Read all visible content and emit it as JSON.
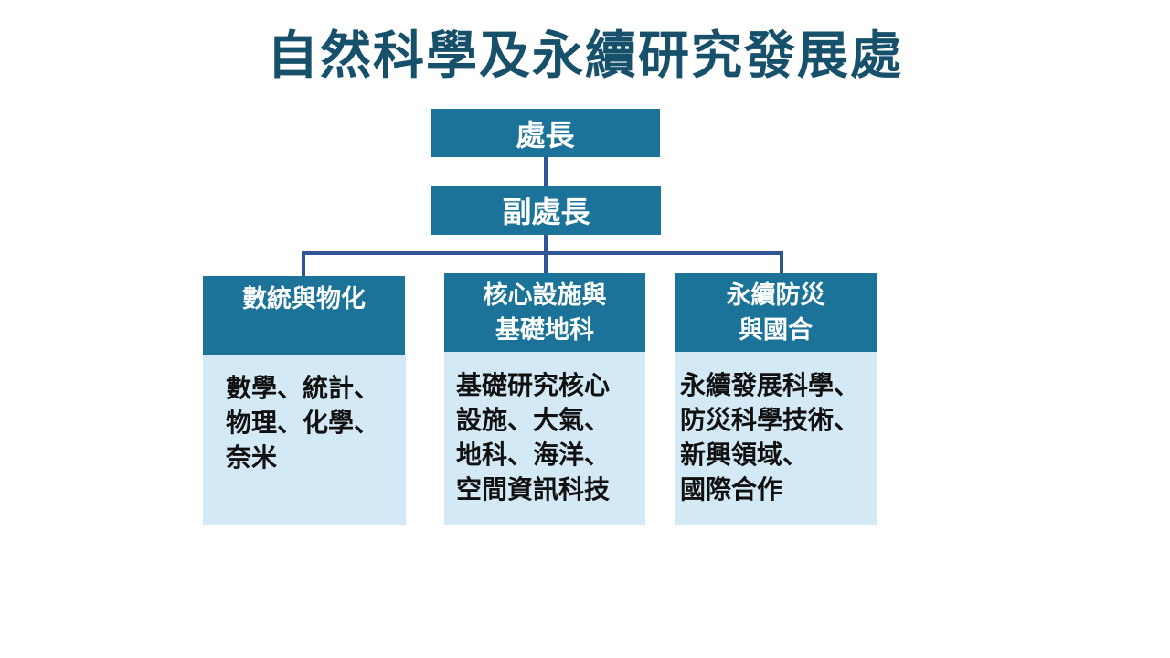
{
  "title": "自然科學及永續研究發展處",
  "director": "處長",
  "deputy_director": "副處長",
  "units": [
    {
      "name_lines": [
        "數統與物化"
      ],
      "scope_lines": [
        "數學、統計、",
        "物理、化學、",
        "奈米"
      ]
    },
    {
      "name_lines": [
        "核心設施與",
        "基礎地科"
      ],
      "scope_lines": [
        "基礎研究核心",
        "設施、大氣、",
        "地科、海洋、",
        "空間資訊科技"
      ]
    },
    {
      "name_lines": [
        "永續防災",
        "與國合"
      ],
      "scope_lines": [
        "永續發展科學、",
        "防災科學技術、",
        "新興領域、",
        "國際合作"
      ]
    }
  ],
  "colors": {
    "title": "#17506a",
    "box": "#1b7399",
    "body": "#d3eaf6",
    "connector": "#2f5597"
  }
}
